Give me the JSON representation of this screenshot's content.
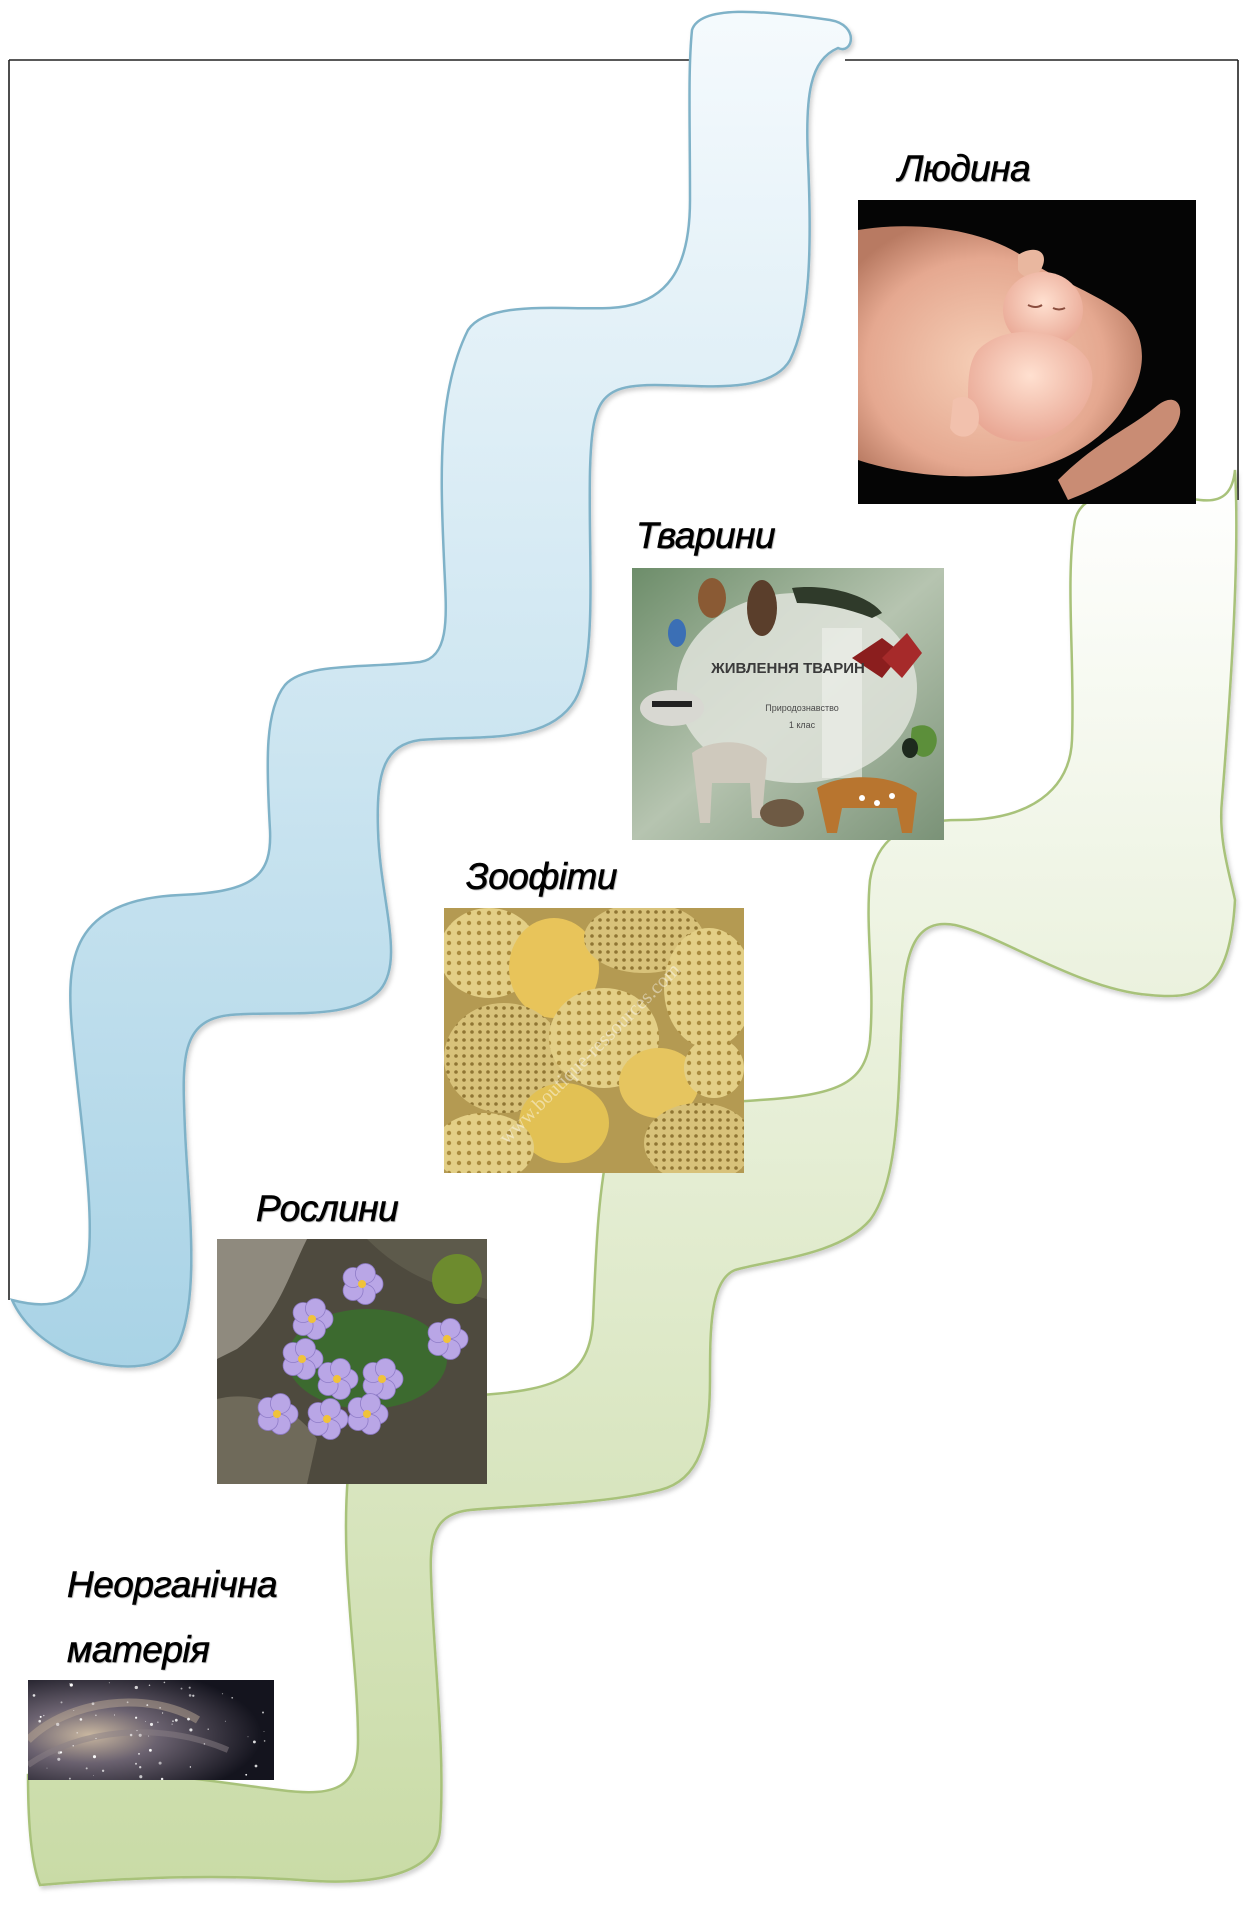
{
  "stages": [
    {
      "id": "inorganic",
      "label_line1": "Неорганічна",
      "label_line2": "матерія",
      "icon": "galaxy-image"
    },
    {
      "id": "plants",
      "label": "Рослини",
      "icon": "flowers-image"
    },
    {
      "id": "zoophytes",
      "label": "Зоофіти",
      "icon": "sea-sponges-image"
    },
    {
      "id": "animals",
      "label": "Тварини",
      "icon": "animals-collage-image"
    },
    {
      "id": "human",
      "label": "Людина",
      "icon": "baby-in-hand-image"
    }
  ],
  "animals_image_text": {
    "title": "ЖИВЛЕННЯ ТВАРИН",
    "subtitle": "Природознавство",
    "grade": "1 клас"
  },
  "zoophytes_watermark": "www.boutique-ressources.com",
  "colors": {
    "blue_ribbon_top": "#f5fafd",
    "blue_ribbon_bottom": "#a9d3e6",
    "blue_ribbon_stroke": "#7fb2c8",
    "green_ribbon_top": "#ffffff",
    "green_ribbon_bottom": "#c9dba6",
    "green_ribbon_stroke": "#a8c27a",
    "frame": "#222222"
  }
}
